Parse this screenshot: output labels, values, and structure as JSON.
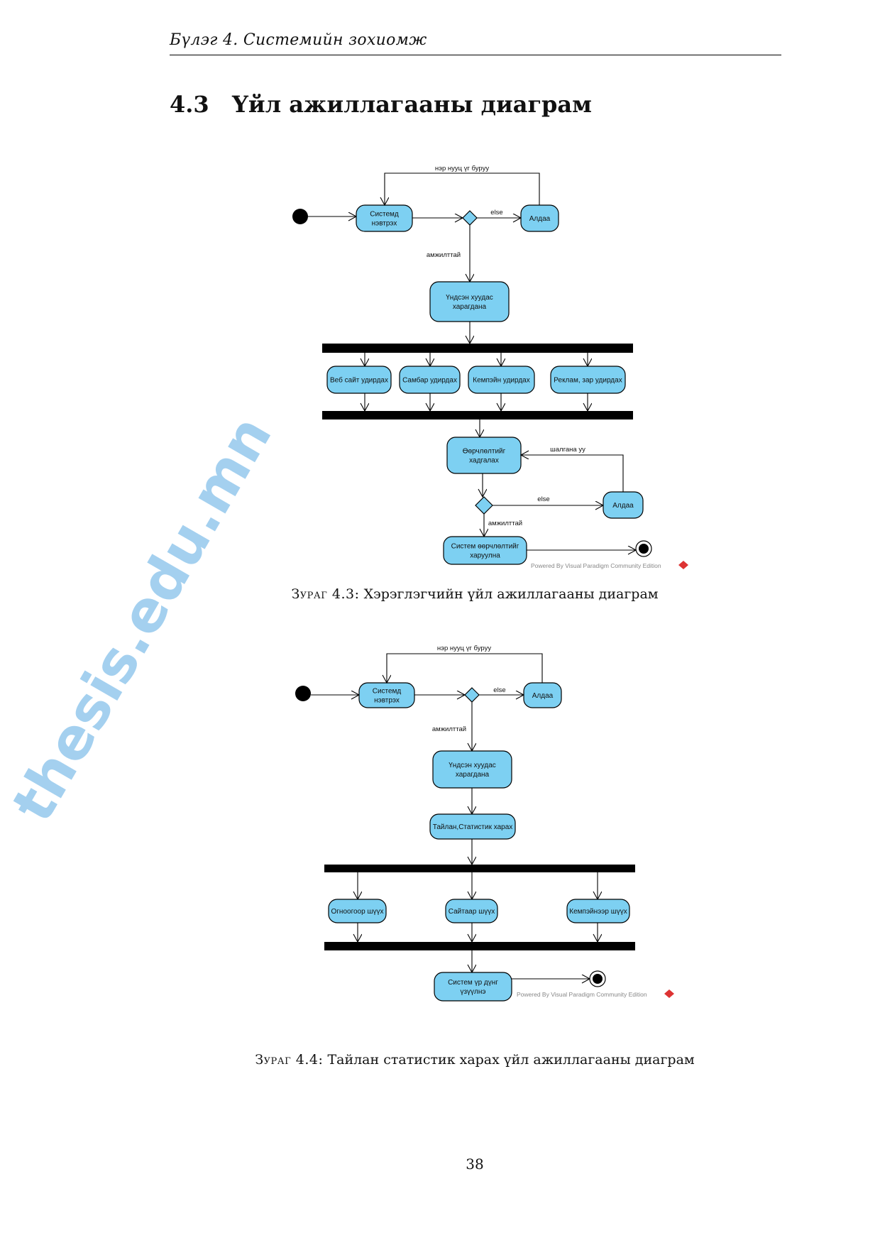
{
  "header": {
    "chapter": "Бүлэг 4.  Системийн зохиомж"
  },
  "section": {
    "number": "4.3",
    "title": "Үйл ажиллагааны диаграм"
  },
  "figure1": {
    "nodes": {
      "login": [
        "Системд",
        "нэвтрэх"
      ],
      "error1": [
        "Алдаа"
      ],
      "home": [
        "Үндсэн хуудас",
        "харагдана"
      ],
      "web": [
        "Веб сайт удирдах"
      ],
      "board": [
        "Самбар удирдах"
      ],
      "campaign": [
        "Кемпэйн удирдах"
      ],
      "ads": [
        "Реклам, зар удирдах"
      ],
      "save": [
        "Өөрчлөлтийг",
        "хадгалах"
      ],
      "error2": [
        "Алдаа"
      ],
      "show": [
        "Систем өөрчлөлтийг",
        "харуулна"
      ]
    },
    "guards": {
      "wrong": "нэр нууц үг буруу",
      "else1": "else",
      "ok1": "амжилттай",
      "check": "шалгана уу",
      "else2": "else",
      "ok2": "амжилттай"
    },
    "powered": "Powered By Visual Paradigm Community Edition",
    "caption_label": "Зураг 4.3:",
    "caption": "Хэрэглэгчийн үйл ажиллагааны диаграм"
  },
  "figure2": {
    "nodes": {
      "login": [
        "Системд",
        "нэвтрэх"
      ],
      "error1": [
        "Алдаа"
      ],
      "home": [
        "Үндсэн хуудас",
        "харагдана"
      ],
      "report": [
        "Тайлан,Статистик харах"
      ],
      "bydate": [
        "Огноогоор шүүх"
      ],
      "bysite": [
        "Сайтаар шүүх"
      ],
      "bycampaign": [
        "Кемпэйнээр шүүх"
      ],
      "result": [
        "Систем үр дүнг",
        "үзүүлнэ"
      ]
    },
    "guards": {
      "wrong": "нэр нууц үг буруу",
      "else1": "else",
      "ok1": "амжилттай"
    },
    "powered": "Powered By Visual Paradigm Community Edition",
    "caption_label": "Зураг 4.4:",
    "caption": "Тайлан статистик харах үйл ажиллагааны диаграм"
  },
  "page_number": "38",
  "watermark": "thesis.edu.mn",
  "colors": {
    "activity_fill": "#7dd0f2",
    "watermark": "#5aaae1"
  }
}
